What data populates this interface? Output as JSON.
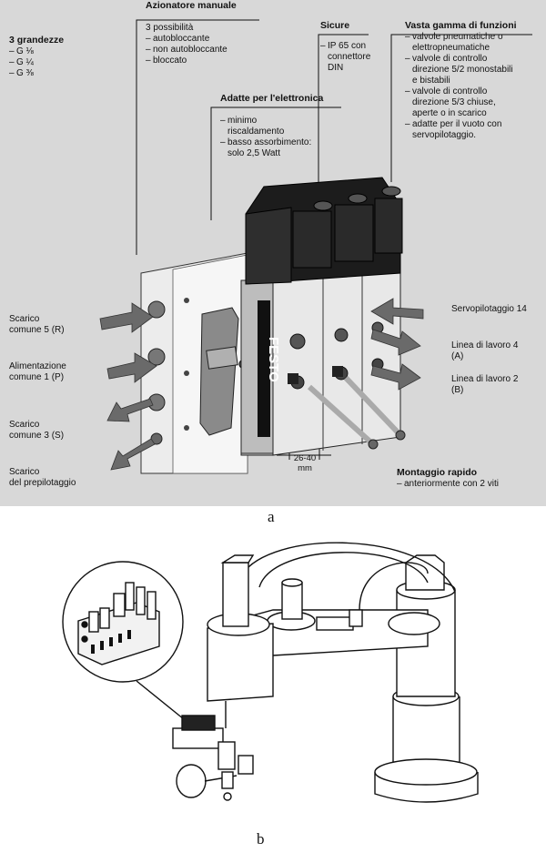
{
  "panel_a": {
    "manual": {
      "title": "Azionatore manuale",
      "items": [
        "3 possibilità",
        "autobloccante",
        "non autobloccante",
        "bloccato"
      ]
    },
    "sizes": {
      "title": "3 grandezze",
      "items": [
        "G ⅛",
        "G ¼",
        "G ⅜"
      ]
    },
    "safe": {
      "title": "Sicure",
      "items": [
        "IP 65 con\nconnettore\nDIN"
      ]
    },
    "functions": {
      "title": "Vasta gamma di funzioni",
      "items": [
        "valvole pneumatiche o\nelettropneumatiche",
        "valvole di controllo\ndirezione 5/2 monostabili\ne bistabili",
        "valvole di controllo\ndirezione 5/3 chiuse,\naperte o in scarico",
        "adatte per il vuoto con\nservopilotaggio."
      ]
    },
    "electronics": {
      "title": "Adatte per l'elettronica",
      "items": [
        "minimo\nriscaldamento",
        "basso assorbimento:\nsolo 2,5 Watt"
      ]
    },
    "left_labels": [
      "Scarico\ncomune 5 (R)",
      "Alimentazione\ncomune 1 (P)",
      "Scarico\ncomune 3 (S)",
      "Scarico\ndel prepilotaggio"
    ],
    "right_labels": [
      "Servopilotaggio 14",
      "Linea di lavoro 4\n(A)",
      "Linea di lavoro 2\n(B)"
    ],
    "dimension": "26-40\nmm",
    "mounting": {
      "title": "Montaggio rapido",
      "items": [
        "anteriormente con 2 viti"
      ]
    },
    "brand": "FESTO",
    "caption": "a"
  },
  "panel_b": {
    "caption": "b"
  },
  "colors": {
    "panel_a_background": "#d8d8d8",
    "line": "#111111"
  }
}
